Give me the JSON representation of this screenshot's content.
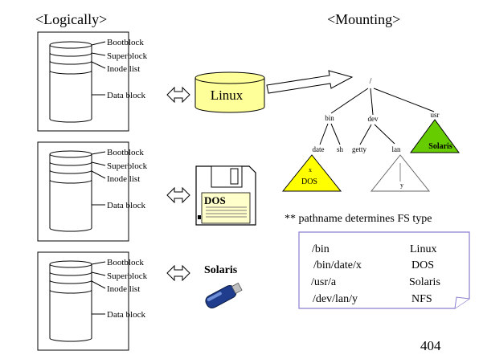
{
  "headings": {
    "logically": "<Logically>",
    "mounting": "<Mounting>"
  },
  "disk_labels": {
    "bootblock": "Bootblock",
    "superblock": "Superblock",
    "inode_list": "Inode list",
    "data_block": "Data block"
  },
  "filesystems": {
    "linux": "Linux",
    "dos": "DOS",
    "solaris": "Solaris"
  },
  "tree": {
    "root": "/",
    "bin": "bin",
    "dev": "dev",
    "usr": "usr",
    "date": "date",
    "sh": "sh",
    "getty": "getty",
    "lan": "lan",
    "x": "x",
    "y": "y",
    "dos_fs": "DOS",
    "solaris_fs": "Solaris"
  },
  "note": "** pathname determines FS type",
  "table": {
    "rows": [
      {
        "path": "/bin",
        "fs": "Linux"
      },
      {
        "path": "/bin/date/x",
        "fs": "DOS"
      },
      {
        "path": "/usr/a",
        "fs": "Solaris"
      },
      {
        "path": "/dev/lan/y",
        "fs": "NFS"
      }
    ]
  },
  "page_number": "404",
  "colors": {
    "linux_fill": "#ffff99",
    "dos_triangle": "#ffff00",
    "solaris_triangle": "#66cc00",
    "table_border": "#8a7fd0",
    "usb_blue": "#1f3d8c"
  }
}
